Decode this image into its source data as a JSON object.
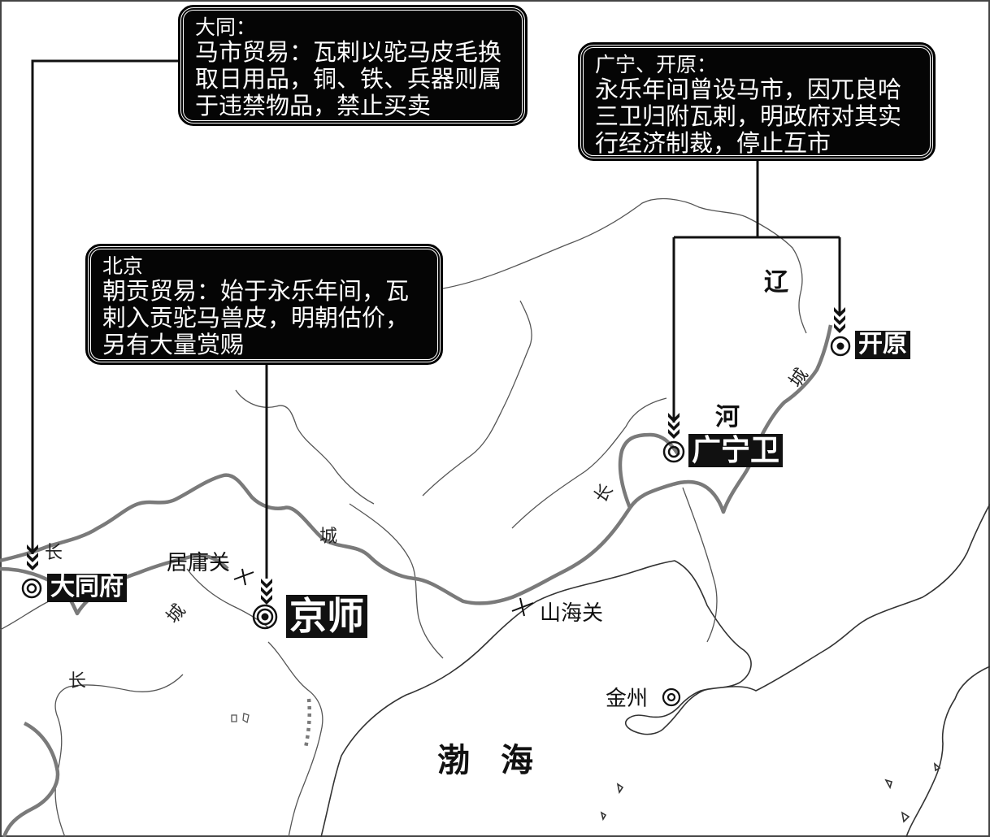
{
  "callouts": {
    "datong": {
      "heading": "大同：",
      "lines": [
        "马市贸易：瓦剌以驼马皮毛换",
        "取日用品，铜、铁、兵器则属",
        "于违禁物品，禁止买卖"
      ]
    },
    "guangning_kaiyuan": {
      "heading": "广宁、开原：",
      "lines": [
        "永乐年间曾设马市，因兀良哈",
        "三卫归附瓦剌，明政府对其实",
        "行经济制裁，停止互市"
      ]
    },
    "beijing": {
      "heading": "北京",
      "lines": [
        "朝贡贸易：始于永乐年间，瓦",
        "剌入贡驼马兽皮，明朝估价，",
        "另有大量赏赐"
      ]
    }
  },
  "places": {
    "datongfu": "大同府",
    "jingshi": "京师",
    "guangningwei": "广宁卫",
    "kaiyuan": "开原",
    "juyongguan": "居庸关",
    "shanhaiguan": "山海关",
    "jinzhou": "金州"
  },
  "regions": {
    "bohai": "渤海",
    "liao1": "辽",
    "liao2": "河"
  },
  "great_wall": {
    "labels": [
      "长",
      "城",
      "长",
      "城",
      "长",
      "城"
    ]
  }
}
